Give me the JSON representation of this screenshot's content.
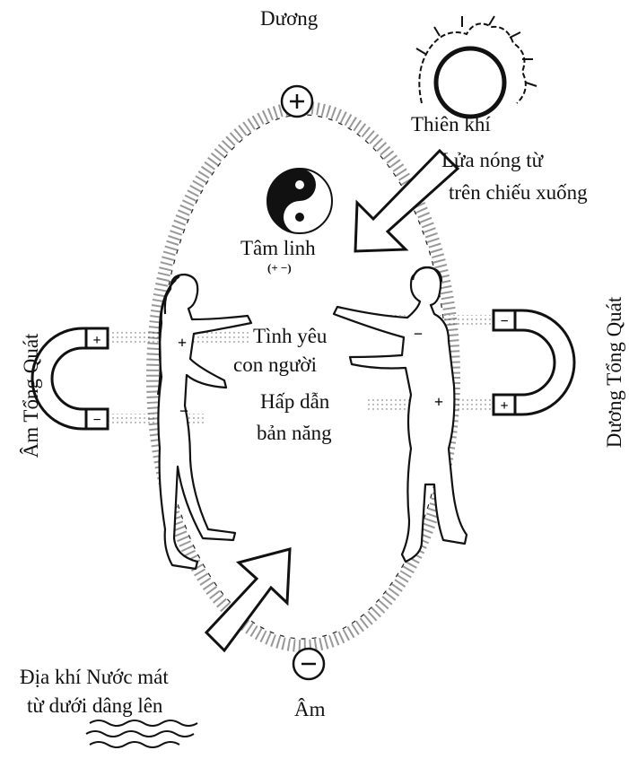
{
  "labels": {
    "duong": "Dương",
    "thien_khi": "Thiên khí",
    "lua_nong_1": "Lửa nóng từ",
    "lua_nong_2": "trên chiếu xuống",
    "tam_linh": "Tâm linh",
    "tam_linh_sign": "(+ −)",
    "tinh_yeu_1": "Tình yêu",
    "tinh_yeu_2": "con người",
    "hap_dan_1": "Hấp dẫn",
    "hap_dan_2": "bản năng",
    "am_tong_quat": "Âm Tổng Quát",
    "duong_tong_quat": "Dương Tổng Quát",
    "dia_khi_1": "Địa khí Nước mát",
    "dia_khi_2": "từ dưới dâng lên",
    "am": "Âm"
  },
  "signs": {
    "plus": "+",
    "minus": "−"
  },
  "icons": [
    "sun-icon",
    "yin-yang-icon",
    "magnet-icon",
    "arrow-icon",
    "water-waves-icon",
    "female-figure",
    "male-figure"
  ]
}
